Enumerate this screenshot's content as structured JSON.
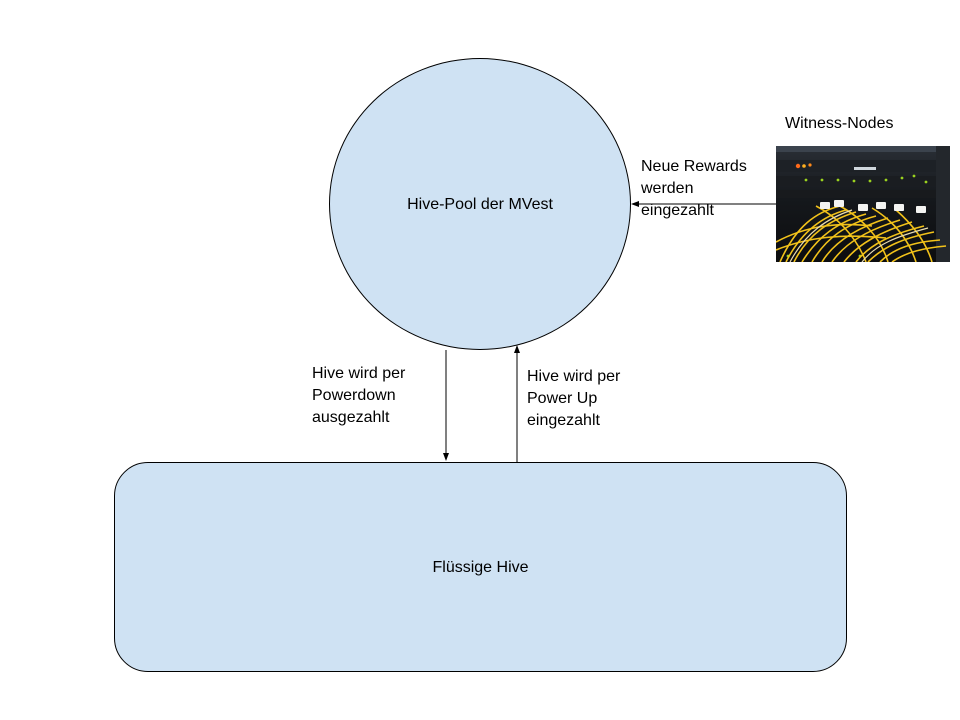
{
  "diagram": {
    "pool": {
      "label": "Hive-Pool der MVest",
      "fill": "#cfe2f3"
    },
    "liquid": {
      "label": "Flüssige Hive",
      "fill": "#cfe2f3"
    },
    "witness": {
      "title": "Witness-Nodes",
      "image": "server-rack-fiber-cables-photo"
    },
    "edges": [
      {
        "from": "pool",
        "to": "liquid",
        "label": "Hive wird per\nPowerdown\nausgezahlt"
      },
      {
        "from": "liquid",
        "to": "pool",
        "label": "Hive wird per\nPower Up\neingezahlt"
      },
      {
        "from": "witness",
        "to": "pool",
        "label": "Neue Rewards\nwerden\neingezahlt"
      }
    ],
    "stroke_color": "#000000"
  }
}
